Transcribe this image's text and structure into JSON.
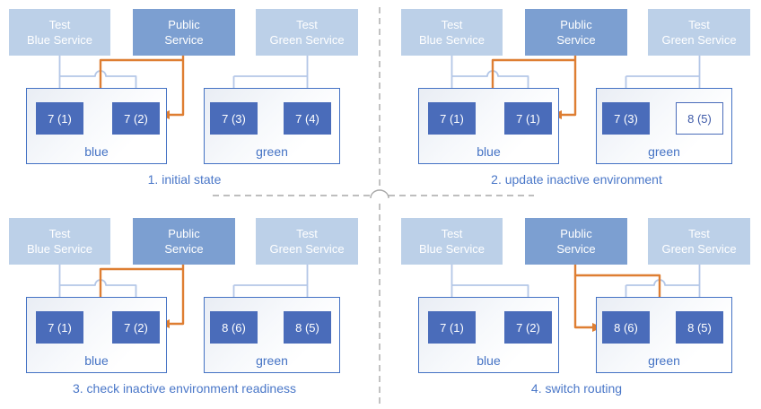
{
  "diagram": {
    "kind": "blue-green-deployment-steps",
    "colors": {
      "service_light_fill": "#bcd0e8",
      "service_public_fill": "#7c9fd1",
      "pod_fill": "#4a6cba",
      "pod_outline_border": "#4a6cba",
      "pod_text": "#ffffff",
      "env_border": "#4472c4",
      "label_text": "#4472c4",
      "caption_text": "#4a77c8",
      "arrow_light": "#b4c7e7",
      "arrow_orange": "#de7e32",
      "divider_gray": "#a8a8a8"
    }
  },
  "quadrants": [
    {
      "caption": "1. initial state",
      "public_routes_to": "blue",
      "services": {
        "test_blue": {
          "line1": "Test",
          "line2": "Blue Service"
        },
        "public": {
          "line1": "Public",
          "line2": "Service"
        },
        "test_green": {
          "line1": "Test",
          "line2": "Green Service"
        }
      },
      "environments": {
        "blue": {
          "label": "blue",
          "pods": [
            {
              "label": "7 (1)",
              "filled": true
            },
            {
              "label": "7 (2)",
              "filled": true
            }
          ]
        },
        "green": {
          "label": "green",
          "pods": [
            {
              "label": "7 (3)",
              "filled": true
            },
            {
              "label": "7 (4)",
              "filled": true
            }
          ]
        }
      }
    },
    {
      "caption": "2. update inactive environment",
      "public_routes_to": "blue",
      "services": {
        "test_blue": {
          "line1": "Test",
          "line2": "Blue Service"
        },
        "public": {
          "line1": "Public",
          "line2": "Service"
        },
        "test_green": {
          "line1": "Test",
          "line2": "Green Service"
        }
      },
      "environments": {
        "blue": {
          "label": "blue",
          "pods": [
            {
              "label": "7 (1)",
              "filled": true
            },
            {
              "label": "7 (1)",
              "filled": true
            }
          ]
        },
        "green": {
          "label": "green",
          "pods": [
            {
              "label": "7 (3)",
              "filled": true
            },
            {
              "label": "8 (5)",
              "filled": false
            }
          ]
        }
      }
    },
    {
      "caption": "3. check inactive environment readiness",
      "public_routes_to": "blue",
      "services": {
        "test_blue": {
          "line1": "Test",
          "line2": "Blue Service"
        },
        "public": {
          "line1": "Public",
          "line2": "Service"
        },
        "test_green": {
          "line1": "Test",
          "line2": "Green Service"
        }
      },
      "environments": {
        "blue": {
          "label": "blue",
          "pods": [
            {
              "label": "7 (1)",
              "filled": true
            },
            {
              "label": "7 (2)",
              "filled": true
            }
          ]
        },
        "green": {
          "label": "green",
          "pods": [
            {
              "label": "8 (6)",
              "filled": true
            },
            {
              "label": "8 (5)",
              "filled": true
            }
          ]
        }
      }
    },
    {
      "caption": "4. switch routing",
      "public_routes_to": "green",
      "services": {
        "test_blue": {
          "line1": "Test",
          "line2": "Blue Service"
        },
        "public": {
          "line1": "Public",
          "line2": "Service"
        },
        "test_green": {
          "line1": "Test",
          "line2": "Green Service"
        }
      },
      "environments": {
        "blue": {
          "label": "blue",
          "pods": [
            {
              "label": "7 (1)",
              "filled": true
            },
            {
              "label": "7 (2)",
              "filled": true
            }
          ]
        },
        "green": {
          "label": "green",
          "pods": [
            {
              "label": "8 (6)",
              "filled": true
            },
            {
              "label": "8 (5)",
              "filled": true
            }
          ]
        }
      }
    }
  ]
}
